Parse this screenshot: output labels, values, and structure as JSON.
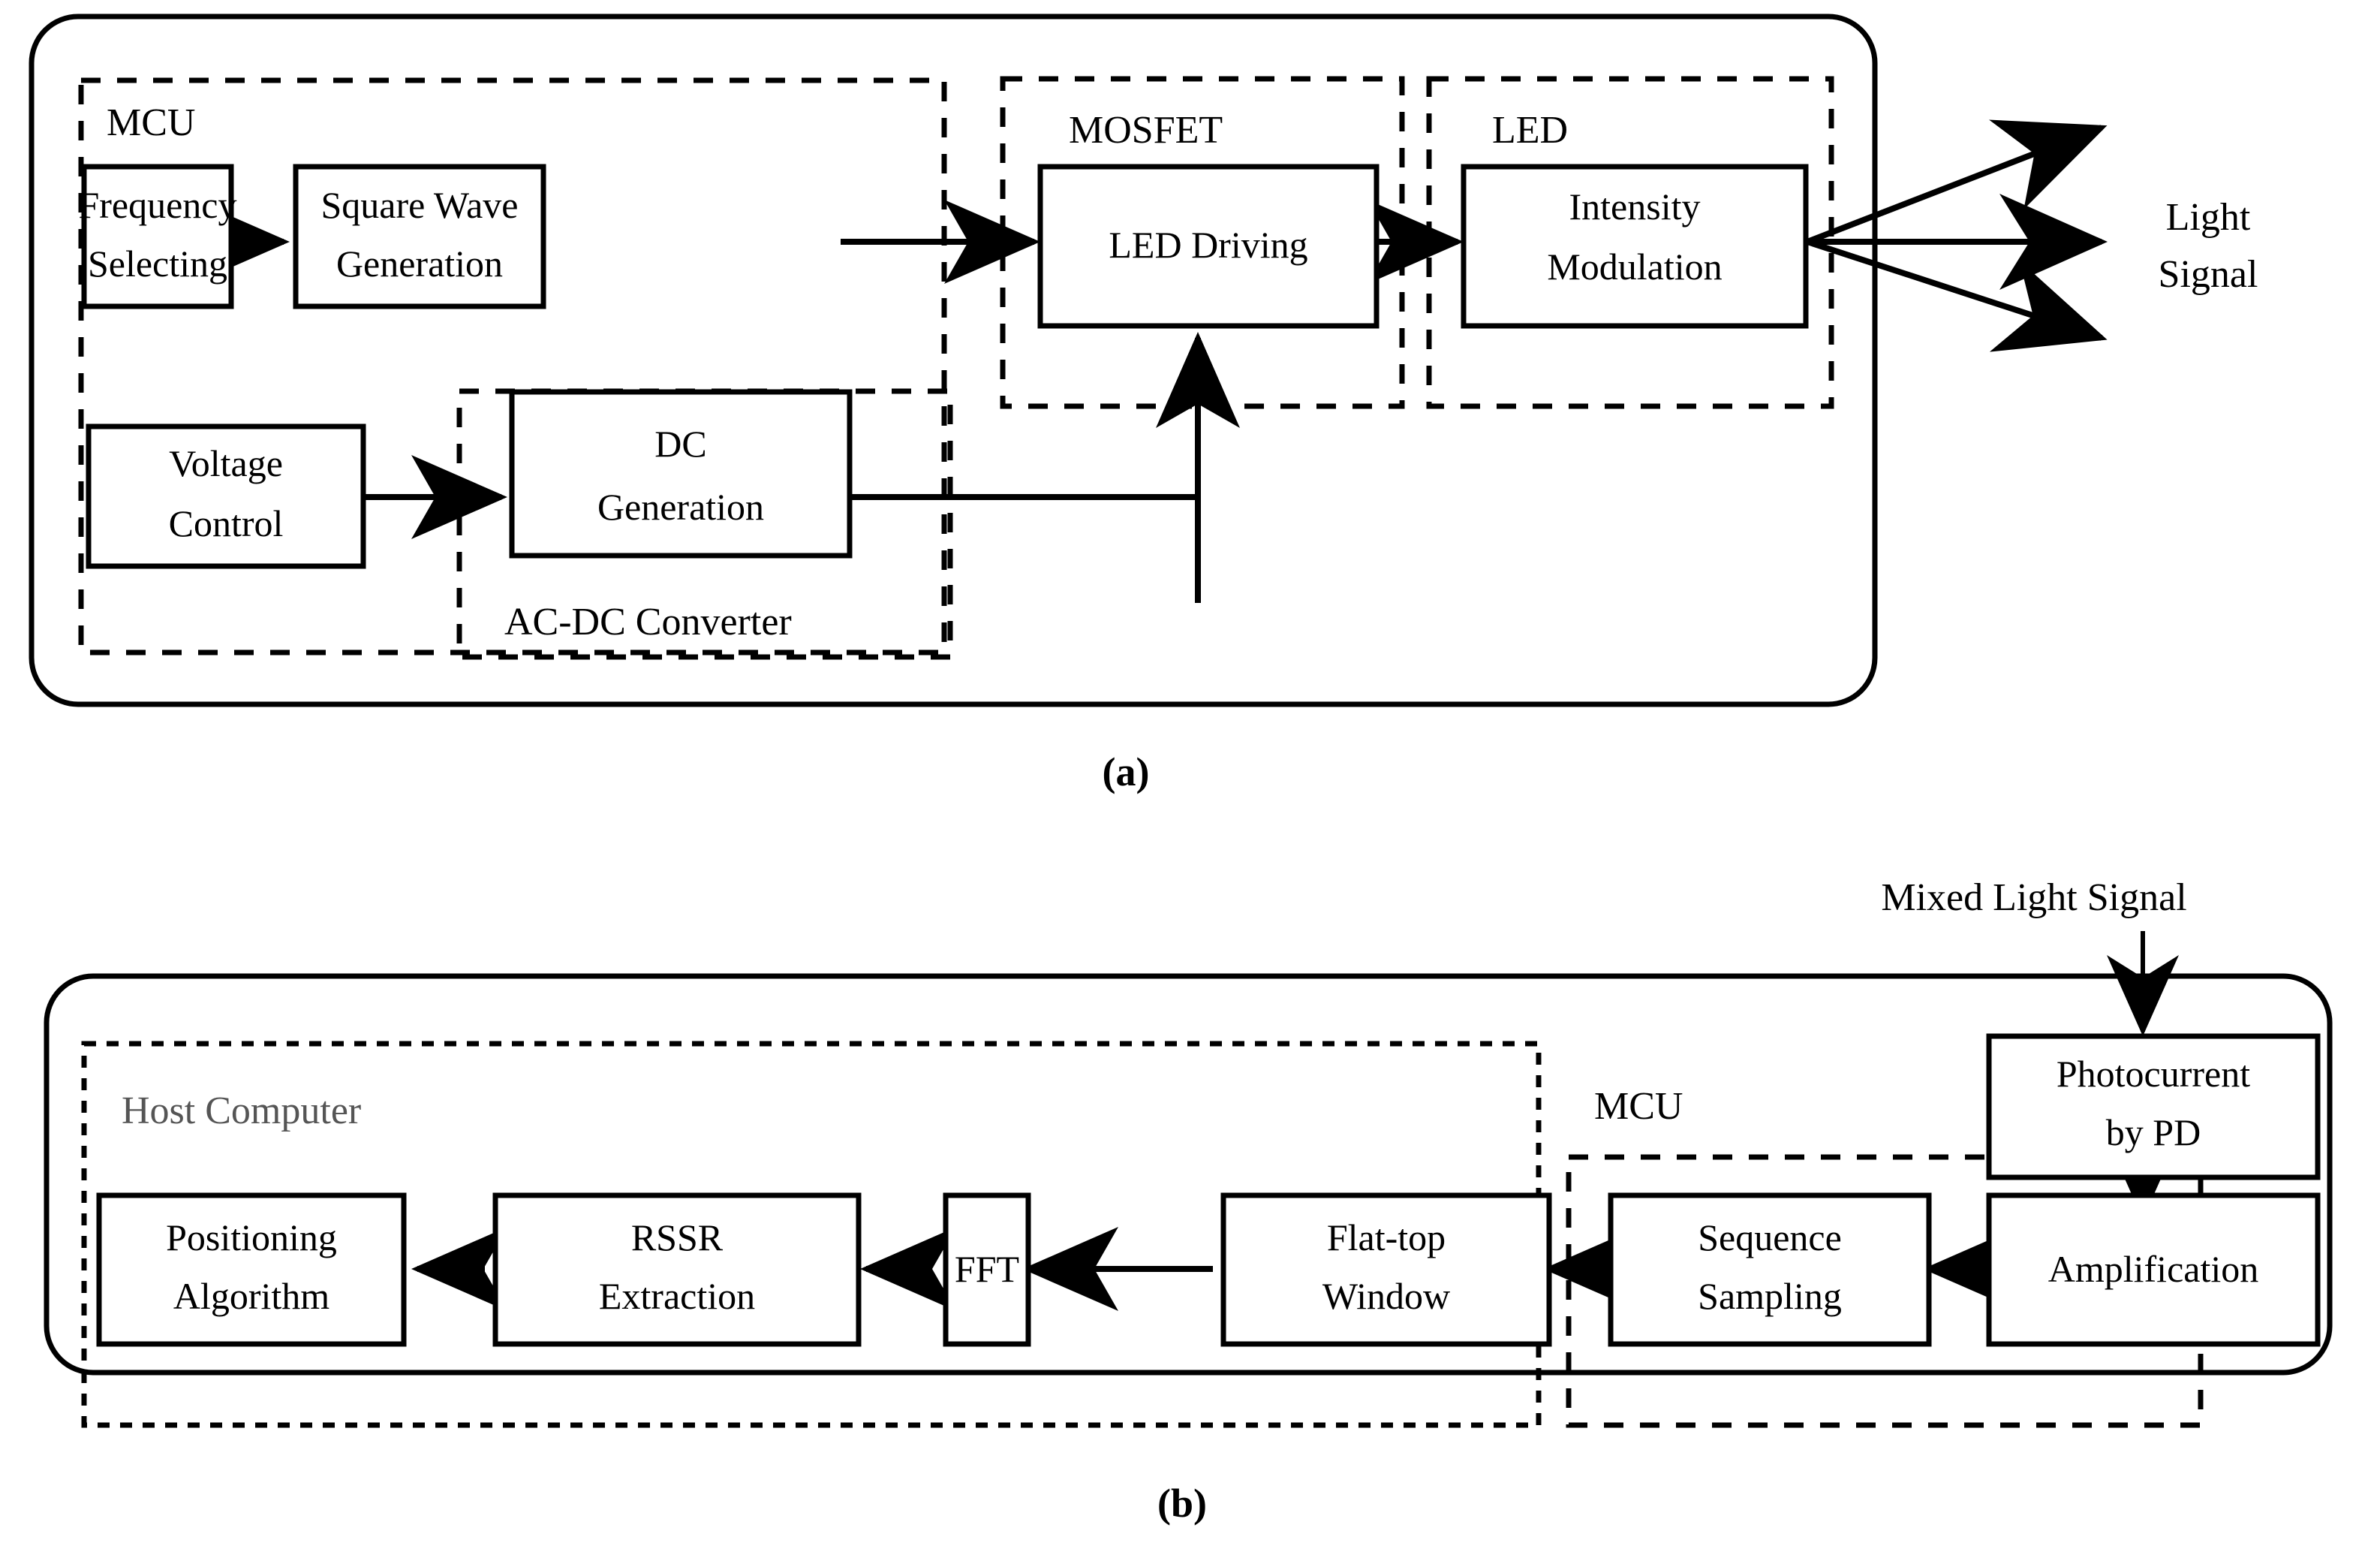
{
  "figure": {
    "title": "VLC transmitter and receiver block diagram",
    "captions": [
      {
        "id": "caption-a",
        "label": "(a)"
      },
      {
        "id": "caption-b",
        "label": "(b)"
      }
    ]
  },
  "colors": {
    "stroke": "#000000",
    "background": "#ffffff",
    "host_computer_label": "#555555"
  },
  "panel_a": {
    "groups": [
      {
        "key": "mcu",
        "label": "MCU"
      },
      {
        "key": "acdc",
        "label": "AC-DC Converter"
      },
      {
        "key": "mosfet",
        "label": "MOSFET"
      },
      {
        "key": "led",
        "label": "LED"
      }
    ],
    "blocks": [
      {
        "key": "frequency_selecting",
        "lines": [
          "Frequency",
          "Selecting"
        ]
      },
      {
        "key": "square_wave_generation",
        "lines": [
          "Square Wave",
          "Generation"
        ]
      },
      {
        "key": "led_driving",
        "lines": [
          "LED Driving"
        ]
      },
      {
        "key": "intensity_modulation",
        "lines": [
          "Intensity",
          "Modulation"
        ]
      },
      {
        "key": "voltage_control",
        "lines": [
          "Voltage",
          "Control"
        ]
      },
      {
        "key": "dc_generation",
        "lines": [
          "DC",
          "Generation"
        ]
      }
    ],
    "output_label": {
      "lines": [
        "Light",
        "Signal"
      ]
    },
    "flow": [
      "Frequency Selecting -> Square Wave Generation",
      "Square Wave Generation -> LED Driving",
      "LED Driving -> Intensity Modulation",
      "Voltage Control -> DC Generation",
      "DC Generation -> LED Driving",
      "Intensity Modulation -> Light Signal"
    ]
  },
  "panel_b": {
    "groups": [
      {
        "key": "host_computer",
        "label": "Host Computer"
      },
      {
        "key": "mcu",
        "label": "MCU"
      }
    ],
    "input_label": {
      "lines": [
        "Mixed Light Signal"
      ]
    },
    "blocks": [
      {
        "key": "positioning_algorithm",
        "lines": [
          "Positioning",
          "Algorithm"
        ]
      },
      {
        "key": "rssr_extraction",
        "lines": [
          "RSSR",
          "Extraction"
        ]
      },
      {
        "key": "fft",
        "lines": [
          "FFT"
        ]
      },
      {
        "key": "flat_top_window",
        "lines": [
          "Flat-top",
          "Window"
        ]
      },
      {
        "key": "sequence_sampling",
        "lines": [
          "Sequence",
          "Sampling"
        ]
      },
      {
        "key": "amplification",
        "lines": [
          "Amplification"
        ]
      },
      {
        "key": "photocurrent_by_pd",
        "lines": [
          "Photocurrent",
          "by PD"
        ]
      }
    ],
    "flow": [
      "Mixed Light Signal -> Photocurrent by PD",
      "Photocurrent by PD -> Amplification",
      "Amplification -> Sequence Sampling",
      "Sequence Sampling -> Flat-top Window",
      "Flat-top Window -> FFT",
      "FFT -> RSSR Extraction",
      "RSSR Extraction -> Positioning Algorithm"
    ]
  }
}
